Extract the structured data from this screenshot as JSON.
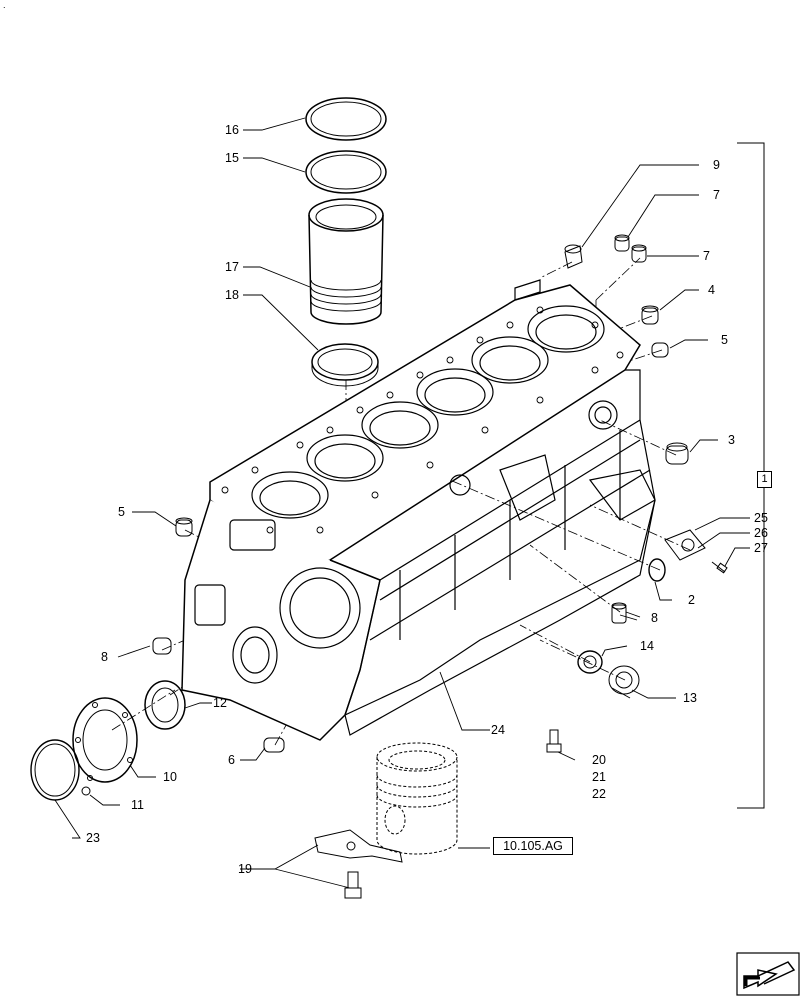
{
  "corner_mark": ".",
  "reference_link": "10.105.AG",
  "group_bracket_label": "1",
  "callouts": [
    "16",
    "15",
    "17",
    "18",
    "9",
    "7",
    "7",
    "4",
    "5",
    "3",
    "5",
    "25",
    "26",
    "27",
    "2",
    "8",
    "8",
    "14",
    "13",
    "12",
    "10",
    "11",
    "23",
    "6",
    "24",
    "20",
    "21",
    "22",
    "19"
  ],
  "icons": {
    "navigation": "next-page-arrow-icon"
  }
}
